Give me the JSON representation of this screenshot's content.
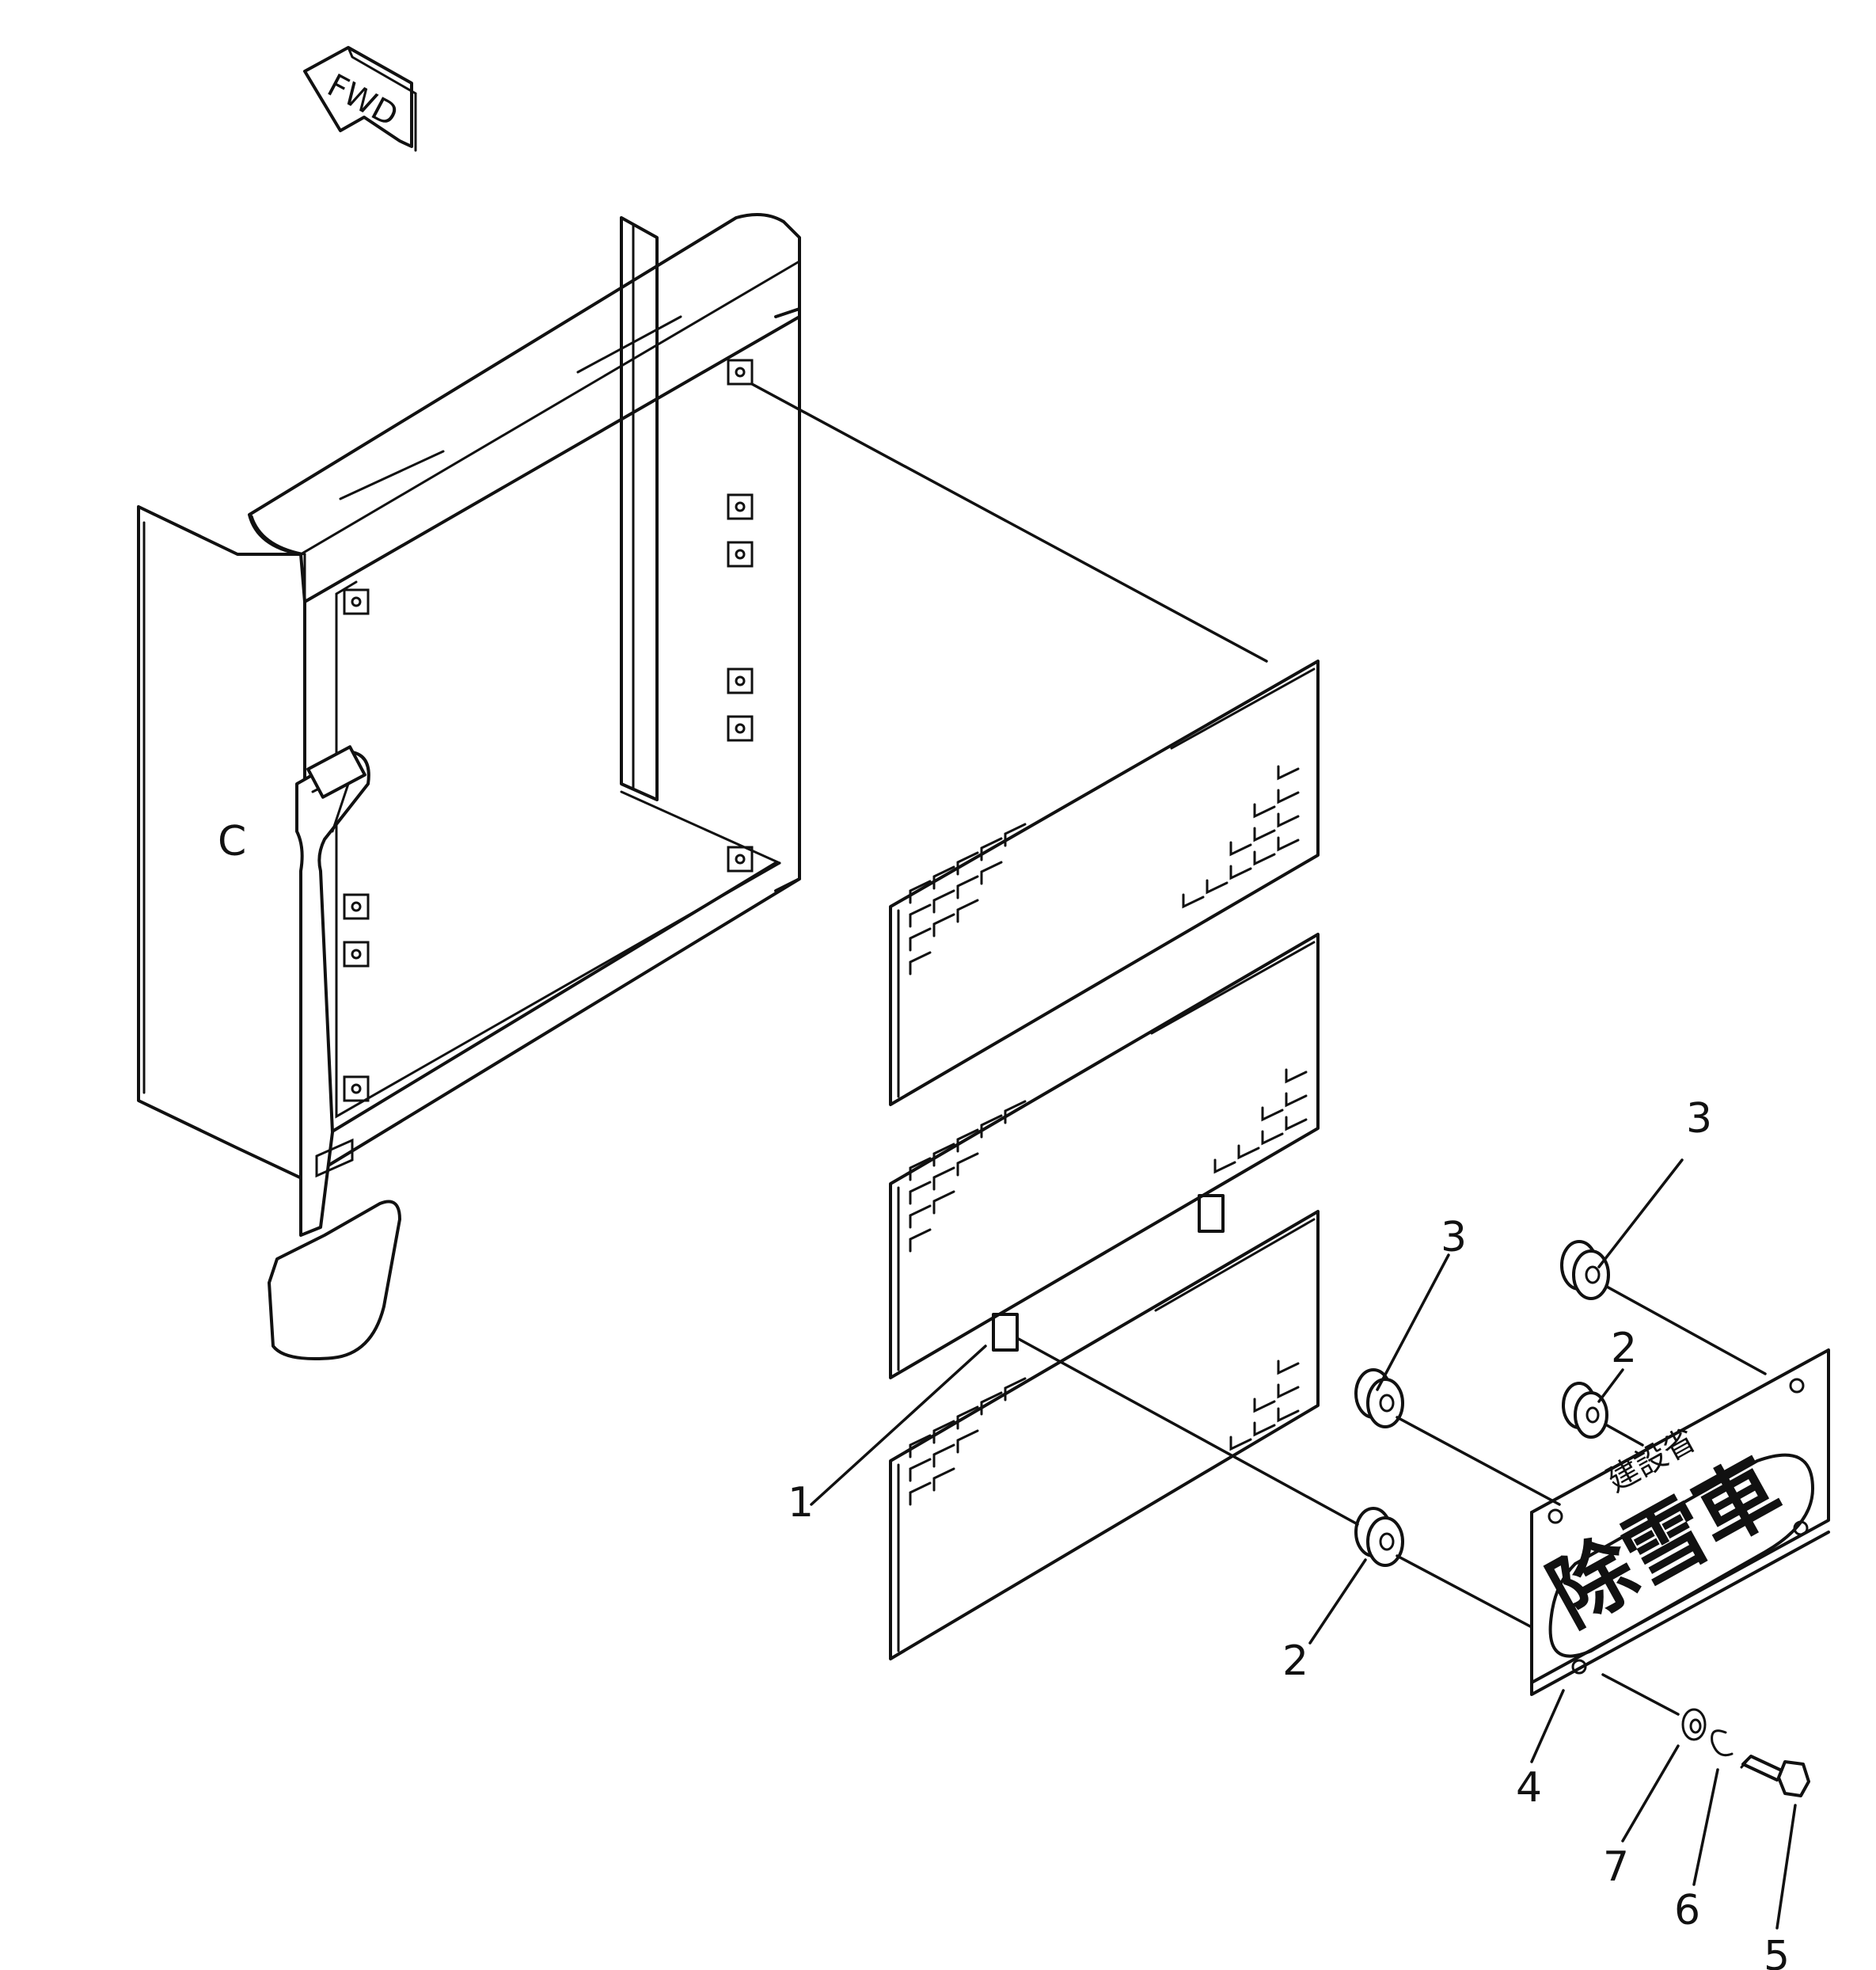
{
  "fwd_label": "FWD",
  "side_mark": "C",
  "plate": {
    "top_text": "建設省",
    "main_text": "除雪車"
  },
  "callouts": {
    "panel": "1",
    "spacer_lower_left": "2",
    "spacer_upper_right": "2",
    "collar_left": "3",
    "collar_right": "3",
    "plate": "4",
    "bolt": "5",
    "lock_washer": "6",
    "washer": "7"
  }
}
